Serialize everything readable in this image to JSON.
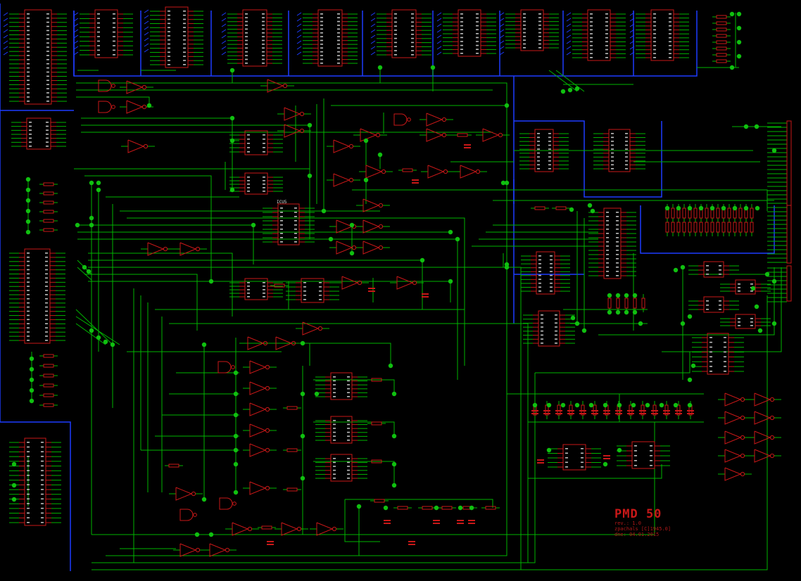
{
  "title_block": {
    "title": "PMD 50",
    "rev": "rev.: 1.0",
    "author": "zpachals [C]1945.0]",
    "date": "dne: 04.01.2015"
  },
  "chip_label": "ICU5",
  "colors": {
    "background": "#000000",
    "wire": "#00b400",
    "bus": "#1e3cff",
    "part": "#c81818",
    "junction": "#10c010",
    "label_text": "#d8d8d8"
  }
}
